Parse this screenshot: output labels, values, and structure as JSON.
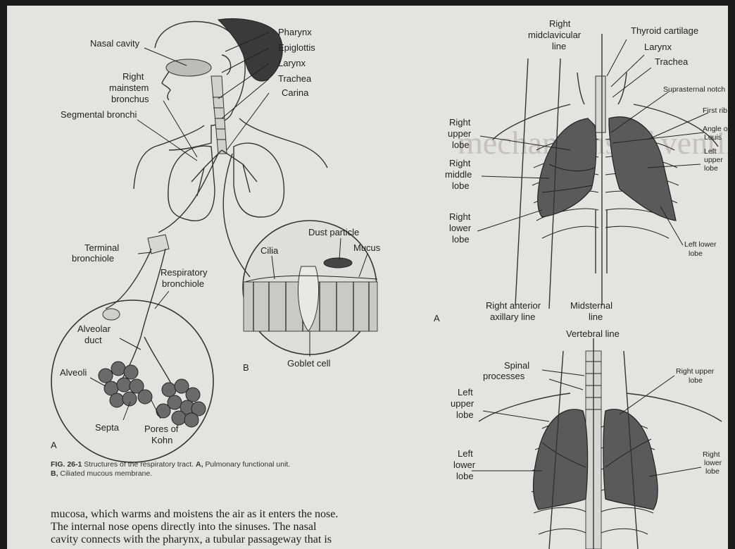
{
  "left_figure": {
    "labels": {
      "nasal_cavity": "Nasal cavity",
      "pharynx": "Pharynx",
      "epiglottis": "Epiglottis",
      "larynx": "Larynx",
      "trachea": "Trachea",
      "carina": "Carina",
      "right_mainstem_1": "Right",
      "right_mainstem_2": "mainstem",
      "right_mainstem_3": "bronchus",
      "segmental_bronchi": "Segmental bronchi",
      "terminal_bronchiole_1": "Terminal",
      "terminal_bronchiole_2": "bronchiole",
      "respiratory_bronchiole_1": "Respiratory",
      "respiratory_bronchiole_2": "bronchiole",
      "alveolar_duct_1": "Alveolar",
      "alveolar_duct_2": "duct",
      "alveoli": "Alveoli",
      "septa": "Septa",
      "pores_of_kohn_1": "Pores of",
      "pores_of_kohn_2": "Kohn",
      "panel_a": "A",
      "dust_particle": "Dust particle",
      "cilia": "Cilia",
      "mucus": "Mucus",
      "goblet_cell": "Goblet cell",
      "panel_b": "B"
    },
    "caption": {
      "fig": "FIG. 26-1",
      "text1": " Structures of the respiratory tract. ",
      "a": "A,",
      "text2": " Pulmonary functional unit.",
      "b": "B,",
      "text3": " Ciliated mucous membrane."
    },
    "body_text": [
      "mucosa, which warms and moistens the air as it enters the nose.",
      "The internal nose opens directly into the sinuses. The nasal",
      "cavity connects with the pharynx, a tubular passageway that is"
    ]
  },
  "right_figure": {
    "front_labels": {
      "right_midclavicular_1": "Right",
      "right_midclavicular_2": "midclavicular",
      "right_midclavicular_3": "line",
      "thyroid_cartilage": "Thyroid cartilage",
      "larynx": "Larynx",
      "trachea": "Trachea",
      "suprasternal_notch": "Suprasternal notch",
      "first_rib": "First rib",
      "angle_of_louis_1": "Angle of",
      "angle_of_louis_2": "Louis",
      "left_upper_lobe_1": "Left",
      "left_upper_lobe_2": "upper",
      "left_upper_lobe_3": "lobe",
      "right_upper_lobe_1": "Right",
      "right_upper_lobe_2": "upper",
      "right_upper_lobe_3": "lobe",
      "right_middle_lobe_1": "Right",
      "right_middle_lobe_2": "middle",
      "right_middle_lobe_3": "lobe",
      "right_lower_lobe_1": "Right",
      "right_lower_lobe_2": "lower",
      "right_lower_lobe_3": "lobe",
      "left_lower_lobe_1": "Left lower",
      "left_lower_lobe_2": "lobe",
      "right_anterior_axillary_1": "Right anterior",
      "right_anterior_axillary_2": "axillary line",
      "midsternal_1": "Midsternal",
      "midsternal_2": "line",
      "panel_a": "A"
    },
    "back_labels": {
      "vertebral_line": "Vertebral line",
      "spinal_processes_1": "Spinal",
      "spinal_processes_2": "processes",
      "right_upper_lobe_1": "Right upper",
      "right_upper_lobe_2": "lobe",
      "left_upper_lobe_1": "Left",
      "left_upper_lobe_2": "upper",
      "left_upper_lobe_3": "lobe",
      "left_lower_lobe_1": "Left",
      "left_lower_lobe_2": "lower",
      "left_lower_lobe_3": "lobe",
      "right_lower_lobe_1": "Right",
      "right_lower_lobe_2": "lower",
      "right_lower_lobe_3": "lobe"
    },
    "faint_heading": "mechanisms of ventilation"
  },
  "colors": {
    "paper": "#e3e3df",
    "ink": "#222222",
    "lung_shade": "#5a5a5a",
    "background": "#1b1b1b"
  }
}
